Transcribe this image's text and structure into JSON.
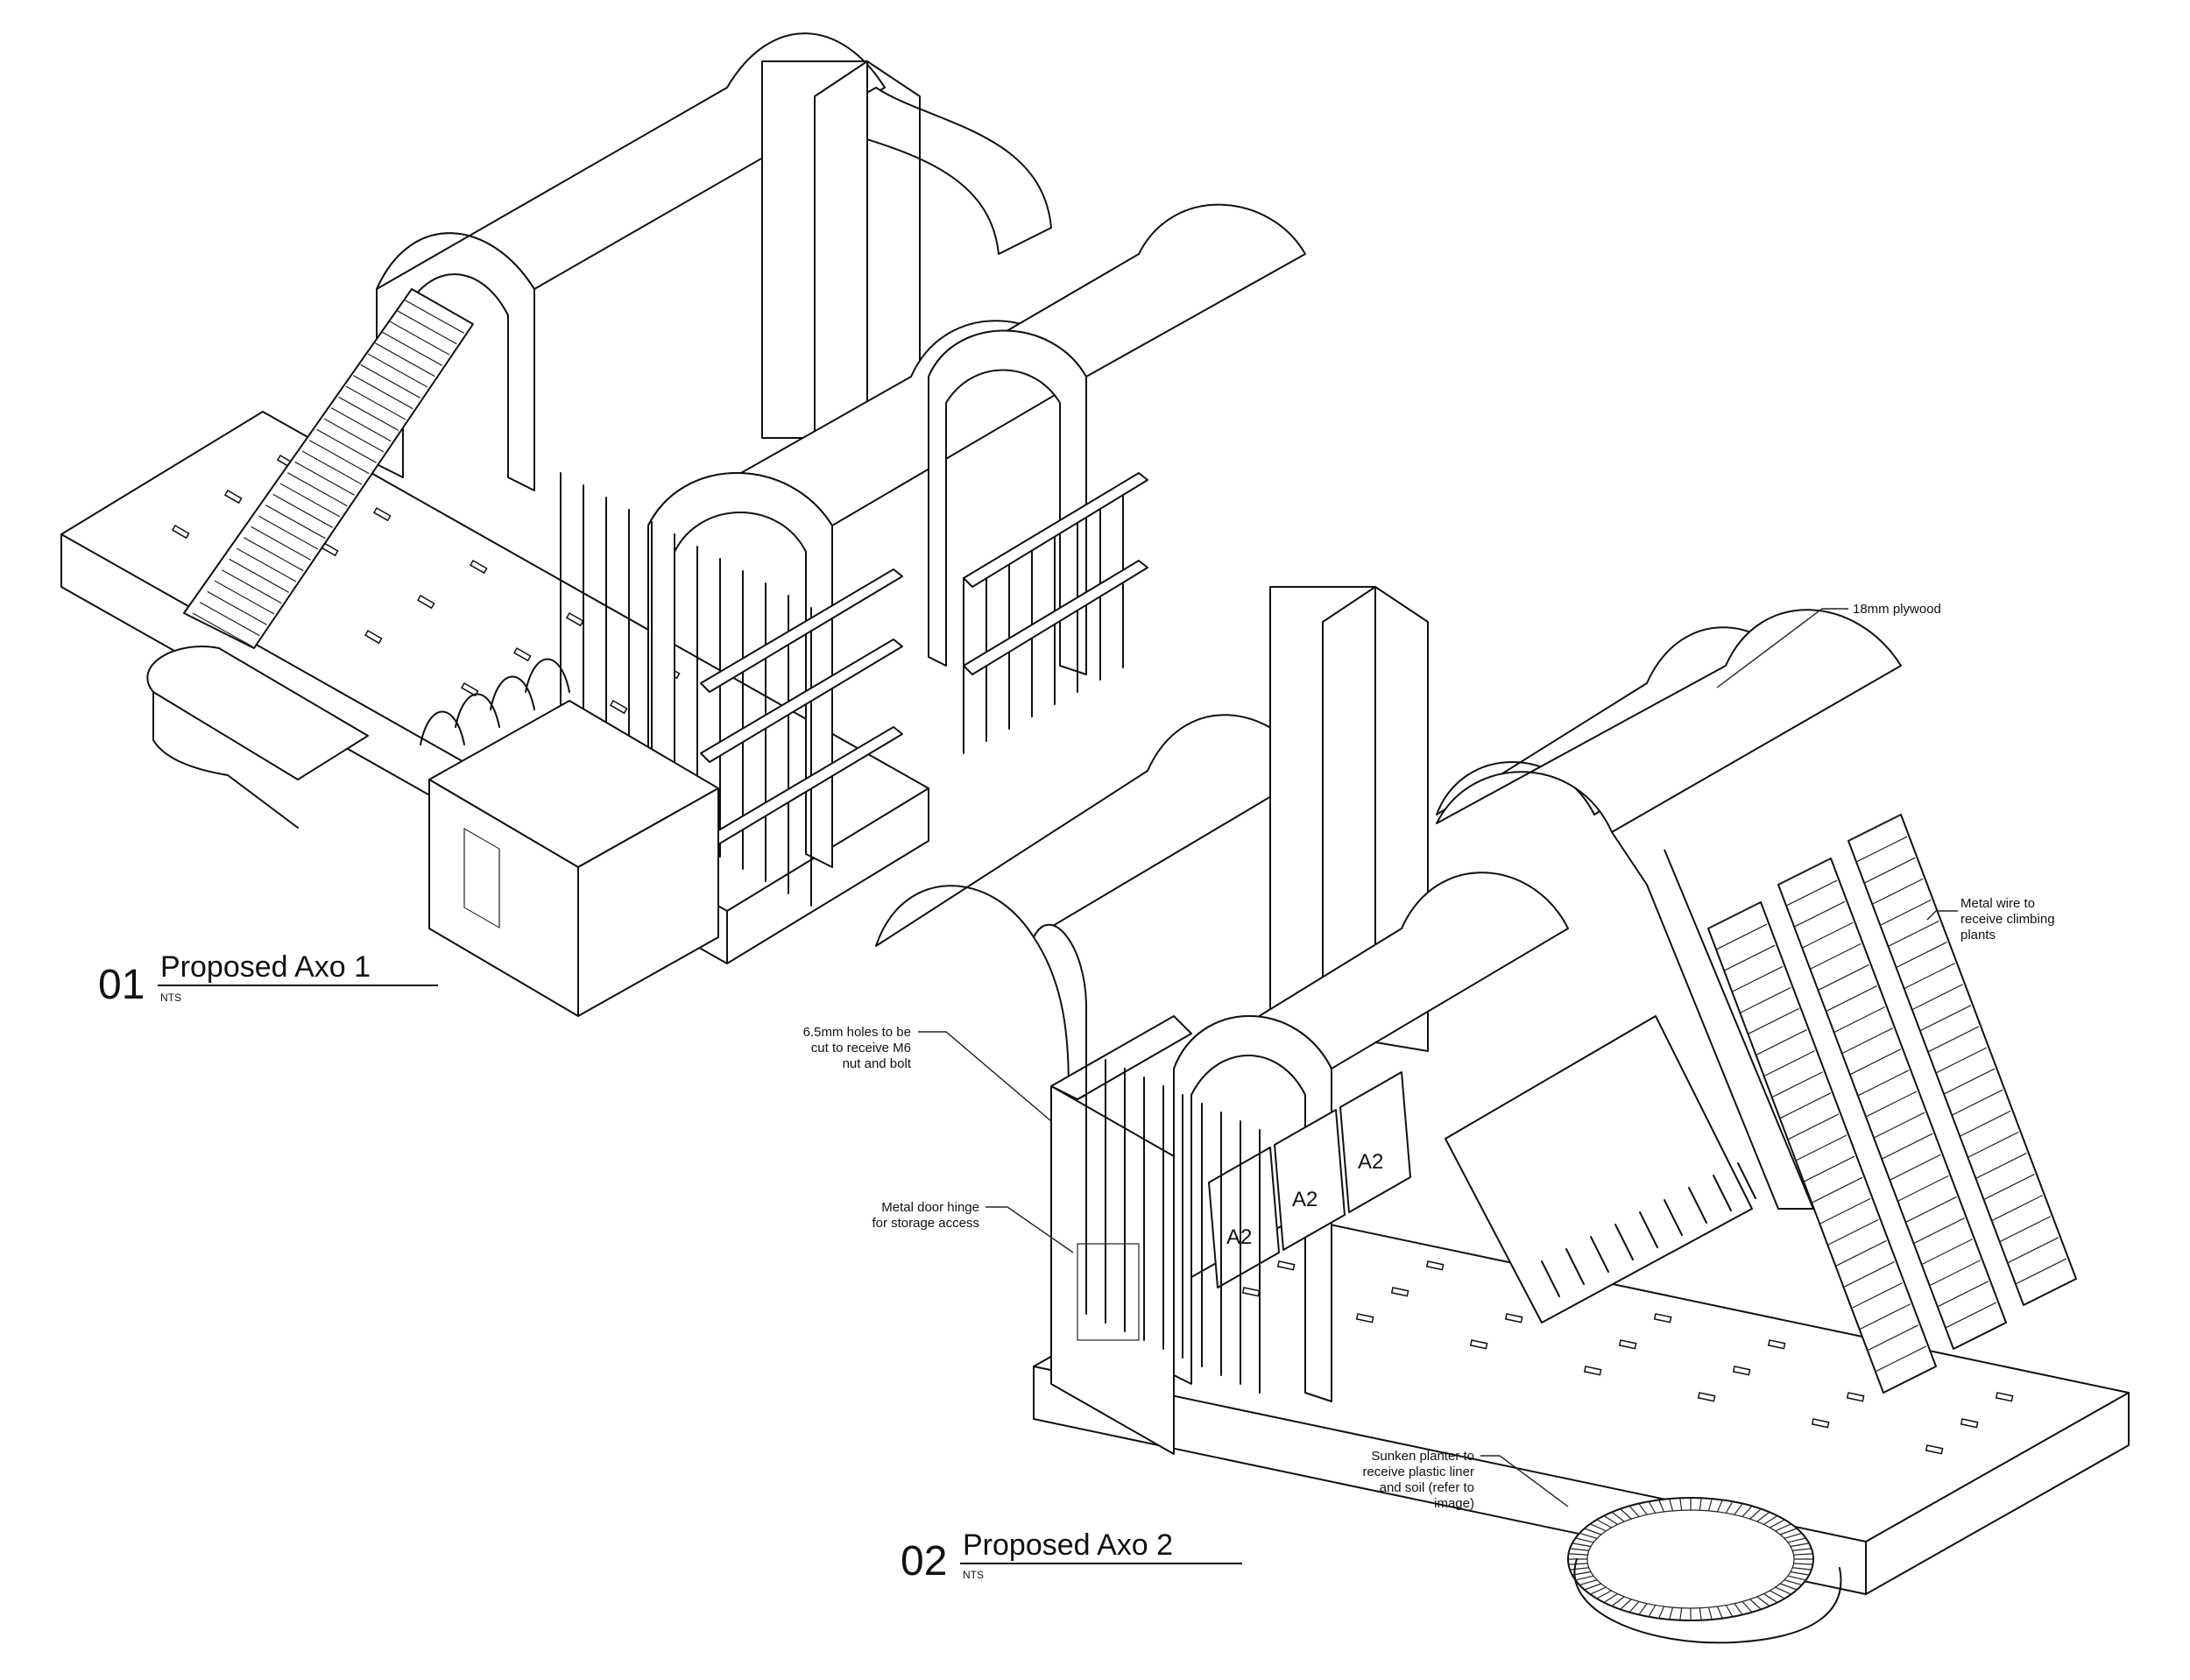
{
  "drawings": [
    {
      "number": "01",
      "title": "Proposed Axo 1",
      "scale": "NTS"
    },
    {
      "number": "02",
      "title": "Proposed Axo 2",
      "scale": "NTS"
    }
  ],
  "annotations": {
    "plywood": [
      "18mm plywood"
    ],
    "wire": [
      "Metal wire to",
      "receive climbing",
      "plants"
    ],
    "holes": [
      "6.5mm holes to be",
      "cut to receive M6",
      "nut and bolt"
    ],
    "hinge": [
      "Metal door hinge",
      "for storage access"
    ],
    "planter": [
      "Sunken planter to",
      "receive plastic liner",
      "and soil (refer to",
      "image)"
    ]
  },
  "panel_labels": [
    "A2",
    "A2",
    "A2"
  ]
}
